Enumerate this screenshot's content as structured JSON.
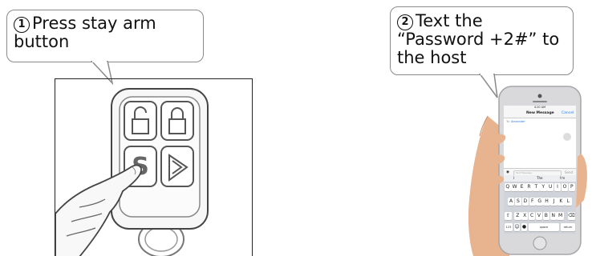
{
  "step1": {
    "number": "1",
    "line1": "Press stay arm",
    "line2": "button"
  },
  "step2": {
    "number": "2",
    "line1": "Text the",
    "line2": "“Password +2#” to",
    "line3": "the host"
  },
  "remote": {
    "buttons": [
      "unlock-icon",
      "lock-icon",
      "stay-S-icon",
      "arrow-icon"
    ],
    "stay_label": "S"
  },
  "phone": {
    "time": "4:20 AM",
    "header_title": "New Message",
    "cancel_label": "Cancel",
    "to_label": "To:",
    "recipient": "Alexander",
    "message_placeholder": "Text Message",
    "send_label": "Send",
    "suggestions": [
      "I",
      "The",
      "I'm"
    ],
    "keyboard_rows": [
      [
        "Q",
        "W",
        "E",
        "R",
        "T",
        "Y",
        "U",
        "I",
        "O",
        "P"
      ],
      [
        "A",
        "S",
        "D",
        "F",
        "G",
        "H",
        "J",
        "K",
        "L"
      ],
      [
        "Z",
        "X",
        "C",
        "V",
        "B",
        "N",
        "M"
      ]
    ],
    "numbers_key": "123",
    "space_key": "space",
    "return_key": "return"
  },
  "colors": {
    "bubble_border": "#8a8a8a",
    "ios_blue": "#1e7cf2",
    "skin": "#e8b490",
    "phone_frame": "#d9d9dc"
  }
}
